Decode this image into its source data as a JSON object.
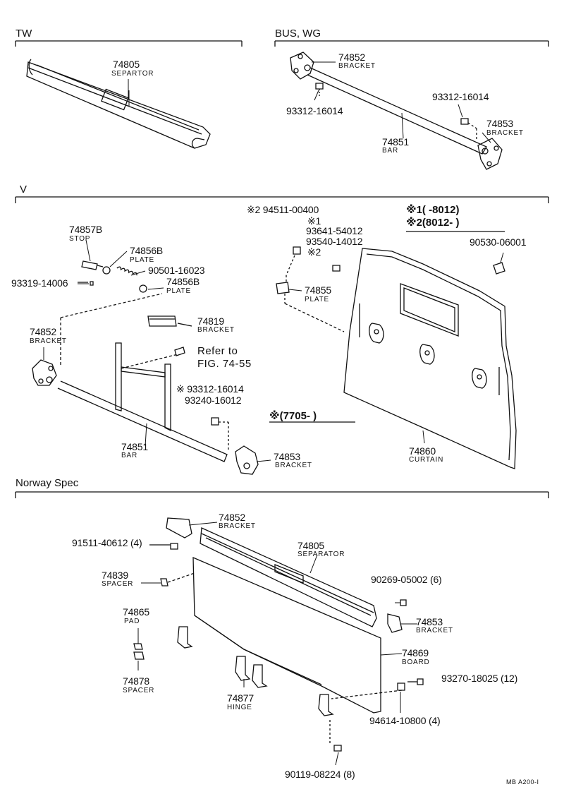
{
  "sections": {
    "tw": "TW",
    "bus_wg": "BUS, WG",
    "v": "V",
    "norway": "Norway Spec"
  },
  "tw": {
    "p74805": {
      "num": "74805",
      "name": "SEPARTOR"
    }
  },
  "bus": {
    "p74852": {
      "num": "74852",
      "name": "BRACKET"
    },
    "p93312_a": "93312-16014",
    "p93312_b": "93312-16014",
    "p74853": {
      "num": "74853",
      "name": "BRACKET"
    },
    "p74851": {
      "num": "74851",
      "name": "BAR"
    }
  },
  "v": {
    "p74857B": {
      "num": "74857B",
      "name": "STOP"
    },
    "p74856B_a": {
      "num": "74856B",
      "name": "PLATE"
    },
    "p90501": "90501-16023",
    "p93319": "93319-14006",
    "p74856B_b": {
      "num": "74856B",
      "name": "PLATE"
    },
    "p74819": {
      "num": "74819",
      "name": "BRACKET"
    },
    "p74852": {
      "num": "74852",
      "name": "BRACKET"
    },
    "refer_line1": "Refer to",
    "refer_line2": "FIG. 74-55",
    "p93312": "※ 93312-16014",
    "p93240": "93240-16012",
    "p74851": {
      "num": "74851",
      "name": "BAR"
    },
    "p74853": {
      "num": "74853",
      "name": "BRACKET"
    },
    "p94511": "※2 94511-00400",
    "mark1": "※1",
    "p93641": "93641-54012",
    "p93540": "93540-14012",
    "mark2": "※2",
    "p74855": {
      "num": "74855",
      "name": "PLATE"
    },
    "note1": "※1(      -8012)",
    "note2": "※2(8012-      )",
    "p90530": "90530-06001",
    "note_7705": "※(7705-      )",
    "p74860": {
      "num": "74860",
      "name": "CURTAIN"
    }
  },
  "norway": {
    "p74852": {
      "num": "74852",
      "name": "BRACKET"
    },
    "p91511": "91511-40612 (4)",
    "p74805": {
      "num": "74805",
      "name": "SEPARATOR"
    },
    "p74839": {
      "num": "74839",
      "name": "SPACER"
    },
    "p90269": "90269-05002 (6)",
    "p74853": {
      "num": "74853",
      "name": "BRACKET"
    },
    "p74865": {
      "num": "74865",
      "name": "PAD"
    },
    "p74869": {
      "num": "74869",
      "name": "BOARD"
    },
    "p74878": {
      "num": "74878",
      "name": "SPACER"
    },
    "p93270": "93270-18025 (12)",
    "p74877": {
      "num": "74877",
      "name": "HINGE"
    },
    "p94614": "94614-10800 (4)",
    "p90119": "90119-08224 (8)"
  },
  "footer_code": "MB  A200-I"
}
